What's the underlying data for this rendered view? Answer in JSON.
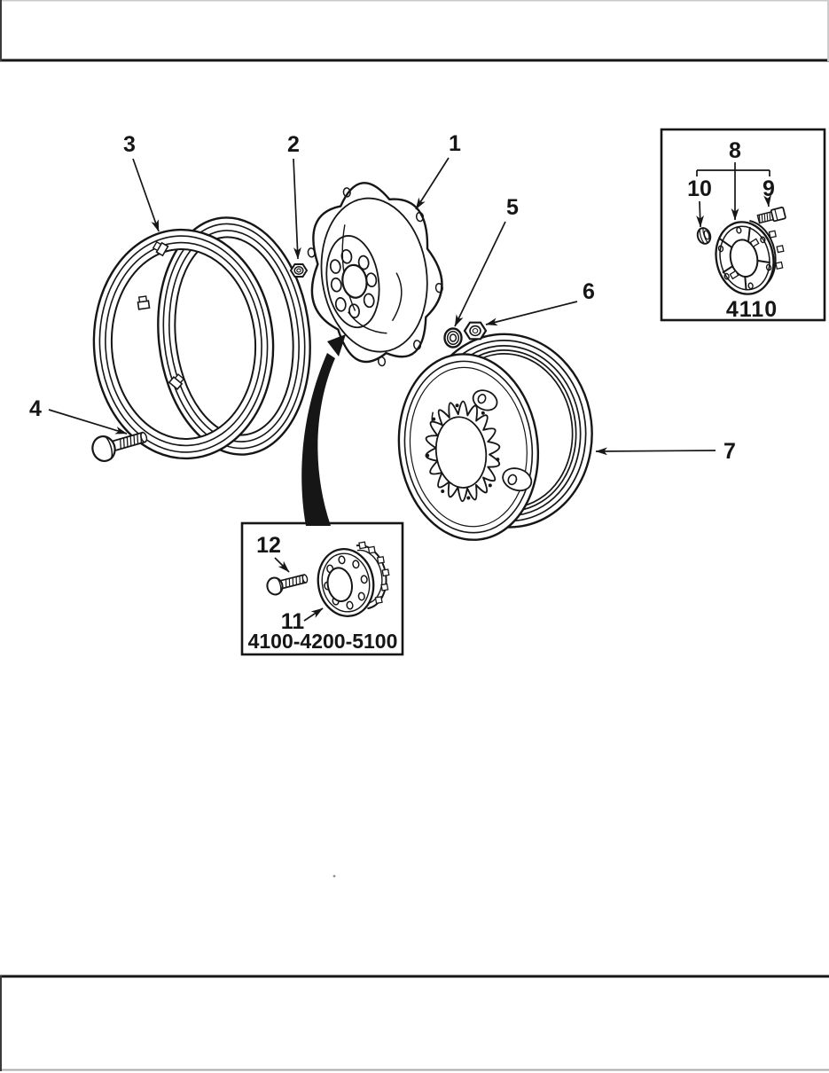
{
  "figure": {
    "kind": "exploded-parts-diagram",
    "callouts": {
      "c1": "1",
      "c2": "2",
      "c3": "3",
      "c4": "4",
      "c5": "5",
      "c6": "6",
      "c7": "7",
      "c8": "8",
      "c9": "9",
      "c10": "10",
      "c11": "11",
      "c12": "12"
    },
    "insets": {
      "upper": {
        "caption": "4110"
      },
      "lower": {
        "caption": "4100-4200-5100"
      }
    },
    "colors": {
      "ink": "#161616",
      "paper": "#ffffff"
    }
  }
}
